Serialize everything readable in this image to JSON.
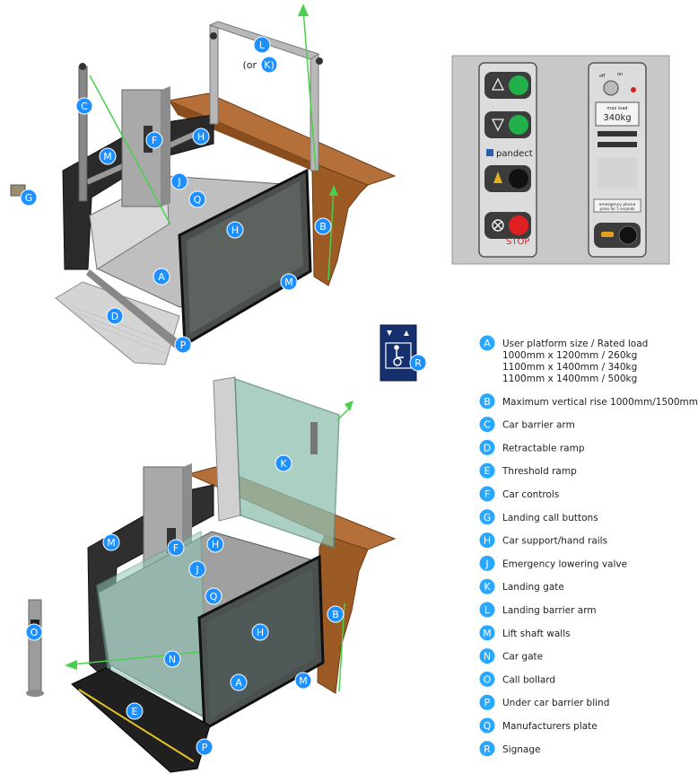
{
  "colors": {
    "callout": "#1e90ff",
    "panel_bg": "#c8c8c8",
    "wood": "#a8622a",
    "frame": "#3a3a3a",
    "glass": "#5f8e82",
    "green_button": "#22b04a",
    "red_button": "#e02020",
    "arrow_green": "#4ad04a"
  },
  "top_view": {
    "callouts": [
      "L",
      "(or",
      "K)",
      "C",
      "F",
      "H",
      "M",
      "J",
      "G",
      "Q",
      "H",
      "B",
      "A",
      "M",
      "D",
      "P"
    ]
  },
  "bottom_view": {
    "callouts": [
      "K",
      "M",
      "F",
      "H",
      "J",
      "Q",
      "O",
      "N",
      "H",
      "B",
      "A",
      "M",
      "E",
      "P"
    ]
  },
  "control_panel": {
    "brand": "pandect",
    "stop_label": "STOP",
    "off_label": "off",
    "on_label": "on",
    "max_load_label": "max load",
    "max_load_value": "340kg",
    "emergency_label": "emergency phone",
    "emergency_sub": "press for 5 seconds",
    "icons": [
      "up-arrow-icon",
      "down-arrow-icon",
      "bell-icon",
      "stop-icon",
      "key-switch-icon",
      "phone-icon"
    ]
  },
  "signage": {
    "callout": "R",
    "icons": [
      "down-arrow-icon",
      "up-arrow-icon",
      "wheelchair-icon"
    ]
  },
  "legend": [
    {
      "letter": "A",
      "text": "User platform size / Rated load",
      "lines": [
        "1000mm x 1200mm / 260kg",
        "1100mm x 1400mm / 340kg",
        "1100mm x 1400mm / 500kg"
      ]
    },
    {
      "letter": "B",
      "text": "Maximum vertical rise 1000mm/1500mm"
    },
    {
      "letter": "C",
      "text": "Car barrier arm"
    },
    {
      "letter": "D",
      "text": "Retractable ramp"
    },
    {
      "letter": "E",
      "text": "Threshold ramp"
    },
    {
      "letter": "F",
      "text": "Car controls"
    },
    {
      "letter": "G",
      "text": "Landing call buttons"
    },
    {
      "letter": "H",
      "text": "Car support/hand rails"
    },
    {
      "letter": "J",
      "text": "Emergency lowering valve"
    },
    {
      "letter": "K",
      "text": "Landing gate"
    },
    {
      "letter": "L",
      "text": "Landing barrier arm"
    },
    {
      "letter": "M",
      "text": "Lift shaft walls"
    },
    {
      "letter": "N",
      "text": "Car gate"
    },
    {
      "letter": "O",
      "text": "Call bollard"
    },
    {
      "letter": "P",
      "text": "Under car barrier blind"
    },
    {
      "letter": "Q",
      "text": "Manufacturers plate"
    },
    {
      "letter": "R",
      "text": "Signage"
    }
  ]
}
